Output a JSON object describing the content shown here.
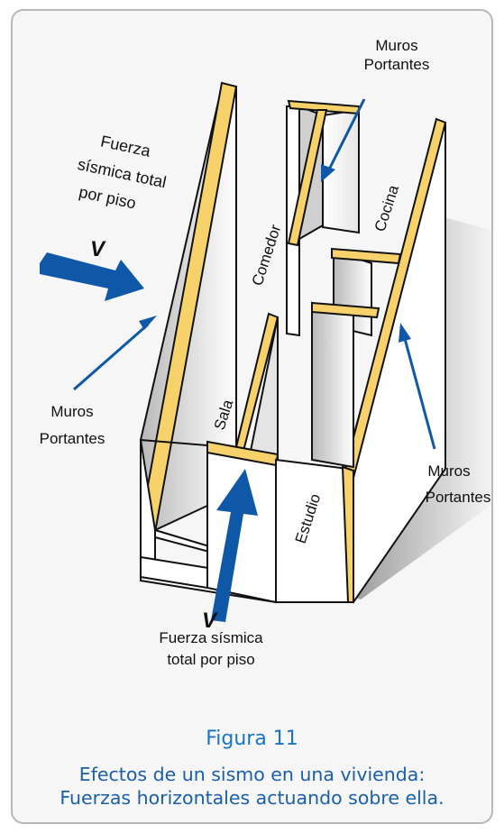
{
  "diagram": {
    "labels": {
      "muros_top_1": "Muros",
      "muros_top_2": "Portantes",
      "fuerza_left_1": "Fuerza",
      "fuerza_left_2": "sísmica total",
      "fuerza_left_3": "por piso",
      "v_left": "V",
      "muros_left_1": "Muros",
      "muros_left_2": "Portantes",
      "muros_right_1": "Muros",
      "muros_right_2": "Portantes",
      "v_bottom": "V",
      "fuerza_bottom_1": "Fuerza sísmica",
      "fuerza_bottom_2": "total por piso",
      "room_comedor": "Comedor",
      "room_cocina": "Cocina",
      "room_sala": "Sala",
      "room_estudio": "Estudio"
    },
    "colors": {
      "arrow_blue": "#0f58a8",
      "wall_top_yellow": "#f7d26a",
      "caption_blue": "#1a74c6"
    }
  },
  "caption": {
    "figure": "Figura 11",
    "line1": "Efectos de un sismo en una vivienda:",
    "line2": "Fuerzas horizontales actuando sobre ella."
  }
}
